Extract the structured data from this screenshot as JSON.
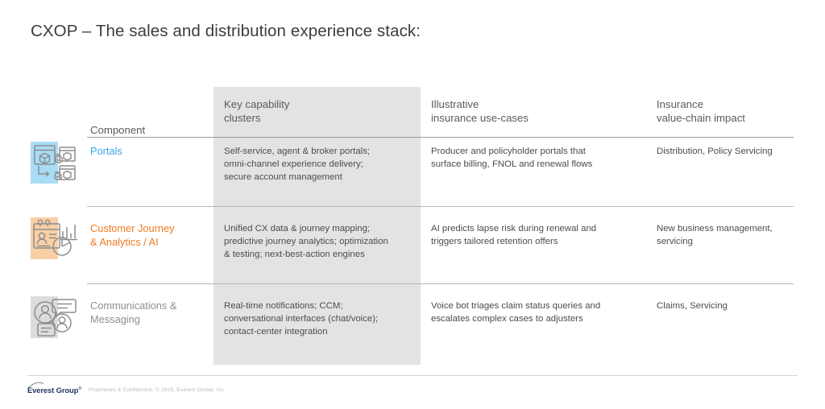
{
  "slide": {
    "title": "CXOP – The sales and distribution experience stack:"
  },
  "colors": {
    "accent_blue": "#3aa7e8",
    "accent_orange": "#ef7b22",
    "accent_grey": "#8e8e8e",
    "band_grey": "#e3e3e3",
    "icon_bg_blue": "#a9dcf5",
    "icon_bg_orange": "#f9cfa5",
    "icon_bg_grey": "#dcdcdc",
    "logo_navy": "#1f3864"
  },
  "table": {
    "headers": {
      "icon": "",
      "component": "Component",
      "key_capability_line1": "Key capability",
      "key_capability_line2": "clusters",
      "use_cases_line1": "Illustrative",
      "use_cases_line2": "insurance use-cases",
      "impact_line1": "Insurance",
      "impact_line2": "value-chain impact"
    },
    "rows": [
      {
        "icon_name": "portals-windows-icon",
        "component": "Portals",
        "component_color": "#3aa7e8",
        "key_capability": [
          "Self-service, agent & broker portals;",
          "omni-channel experience delivery;",
          "secure account management"
        ],
        "use_cases": [
          "Producer and policyholder portals that",
          "surface billing, FNOL and renewal flows"
        ],
        "impact": [
          "Distribution, Policy Servicing"
        ]
      },
      {
        "icon_name": "customer-analytics-chart-icon",
        "component_line1": "Customer Journey",
        "component_line2": "& Analytics / AI",
        "component_color": "#ef7b22",
        "key_capability": [
          "Unified CX data & journey mapping;",
          "predictive journey analytics; optimization",
          "& testing; next-best-action engines"
        ],
        "use_cases": [
          "AI predicts lapse risk during renewal and",
          "triggers tailored retention offers"
        ],
        "impact": [
          "New business management,",
          "servicing"
        ]
      },
      {
        "icon_name": "communications-chat-icon",
        "component_line1": "Communications &",
        "component_line2": "Messaging",
        "component_color": "#8e8e8e",
        "key_capability": [
          "Real-time notifications; CCM;",
          "conversational interfaces (chat/voice);",
          "contact-center integration"
        ],
        "use_cases": [
          "Voice bot triages claim status queries and",
          "escalates complex cases to adjusters"
        ],
        "impact": [
          "Claims, Servicing"
        ]
      }
    ]
  },
  "footer": {
    "logo_text": "Everest Group",
    "logo_registered": "®",
    "note": "Proprietary & Confidential. © 2025, Everest Global, Inc."
  }
}
